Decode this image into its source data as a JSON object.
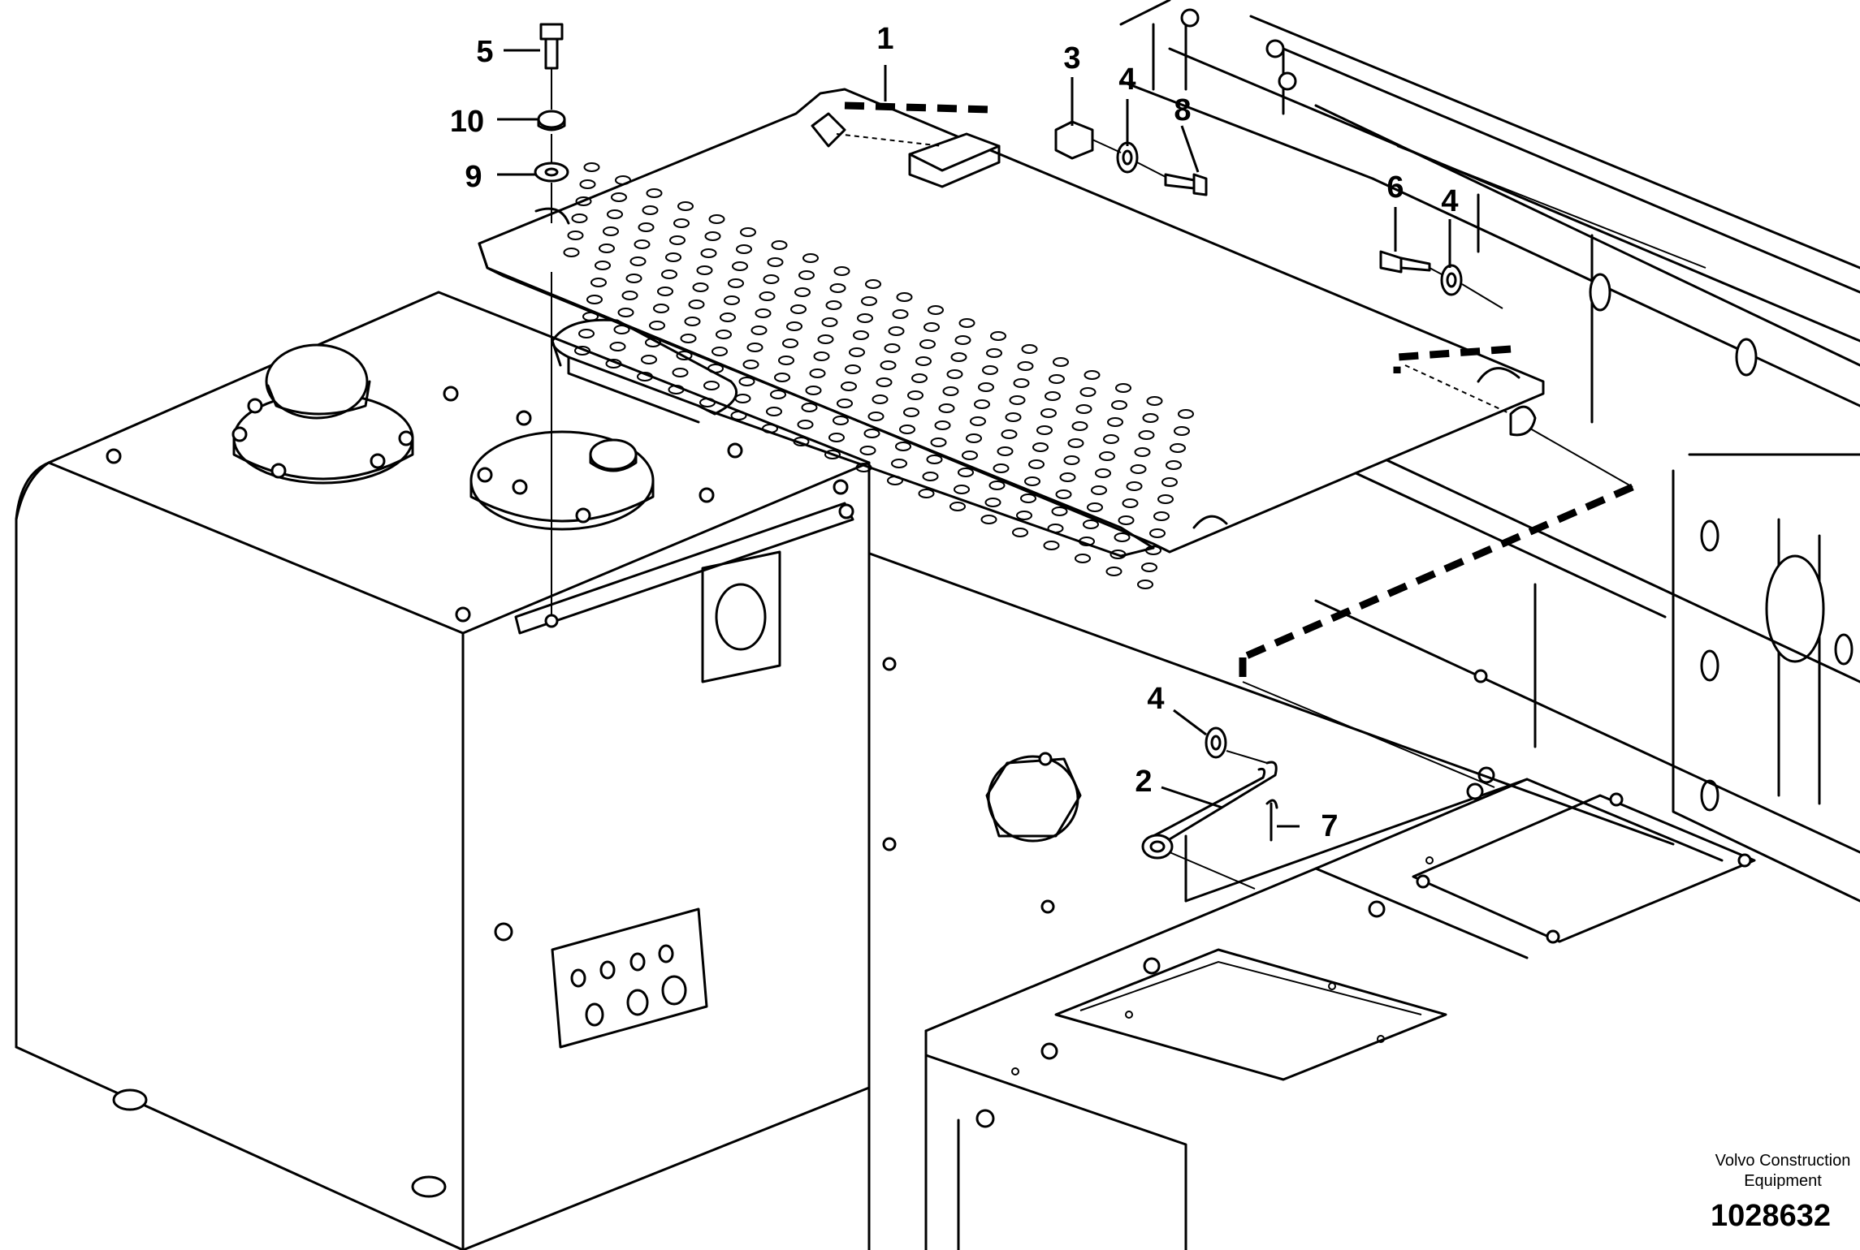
{
  "callouts": [
    {
      "id": "c1",
      "label": "1"
    },
    {
      "id": "c2",
      "label": "2"
    },
    {
      "id": "c3",
      "label": "3"
    },
    {
      "id": "c4a",
      "label": "4"
    },
    {
      "id": "c4b",
      "label": "4"
    },
    {
      "id": "c4c",
      "label": "4"
    },
    {
      "id": "c5",
      "label": "5"
    },
    {
      "id": "c6",
      "label": "6"
    },
    {
      "id": "c7",
      "label": "7"
    },
    {
      "id": "c8",
      "label": "8"
    },
    {
      "id": "c9",
      "label": "9"
    },
    {
      "id": "c10",
      "label": "10"
    }
  ],
  "footer": {
    "brand_line1": "Volvo Construction",
    "brand_line2": "Equipment",
    "document_number": "1028632"
  }
}
